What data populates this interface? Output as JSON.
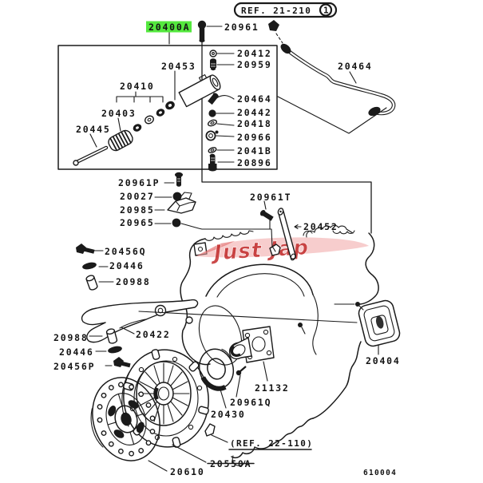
{
  "diagram": {
    "type": "exploded-parts-diagram",
    "drawing_code": "610004",
    "highlight_color": "#54e83e",
    "watermark": {
      "text": "Just Jap",
      "text_color": "#c22a2a",
      "swoosh_color": "#f0a0a0"
    },
    "refs": {
      "top": "REF. 21-210",
      "top_index": "1",
      "bottom": "(REF. 22-110)"
    },
    "labels": {
      "p20400a": "20400A",
      "p20961": "20961",
      "p20412": "20412",
      "p20959": "20959",
      "p20453": "20453",
      "p20410": "20410",
      "p20403": "20403",
      "p20445": "20445",
      "p20464_union": "20464",
      "p20442": "20442",
      "p20418": "20418",
      "p20966": "20966",
      "p2041b": "2041B",
      "p20896": "20896",
      "p20464_pipe": "20464",
      "p20961p": "20961P",
      "p20027": "20027",
      "p20985": "20985",
      "p20965": "20965",
      "p20961t": "20961T",
      "p20452": "20452",
      "p20456q": "20456Q",
      "p20446_upper": "20446",
      "p20988_upper": "20988",
      "p20422": "20422",
      "p20988_lower": "20988",
      "p20446_lower": "20446",
      "p20456p": "20456P",
      "p20610": "20610",
      "p20550a": "20550A",
      "p20430": "20430",
      "p20961q": "20961Q",
      "p21132": "21132",
      "p20404": "20404"
    }
  }
}
